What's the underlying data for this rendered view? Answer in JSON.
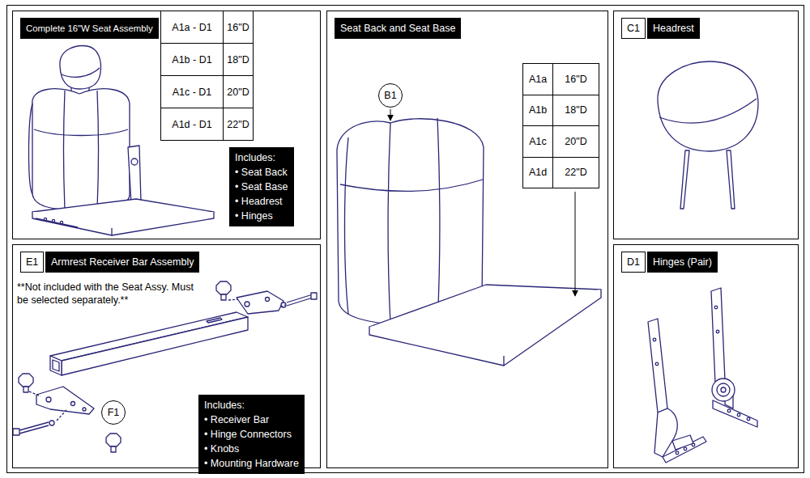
{
  "diagram": {
    "nodes": [
      {
        "text": [
          "Complete 16\"W Seat Assembly"
        ]
      },
      {
        "text": [
          "Includes:",
          "• Seat Back",
          "• Seat Base",
          "• Headrest",
          "• Hinges"
        ],
        "in": 0
      },
      {
        "text": [
          "Seat Back and Seat Base"
        ]
      },
      {
        "text": [
          "B1"
        ],
        "in": 2
      },
      {
        "text": [
          "C1",
          "Headrest"
        ]
      },
      {
        "text": [
          "E1",
          "Armrest Receiver Bar Assembly",
          "**Not included with the Seat Assy. Must be selected separately.**"
        ]
      },
      {
        "text": [
          "F1"
        ],
        "in": 5
      },
      {
        "text": [
          "Includes:",
          "• Receiver Bar",
          "• Hinge Connectors",
          "• Knobs",
          "• Mounting Hardware"
        ],
        "in": 5
      },
      {
        "text": [
          "D1",
          "Hinges (Pair)"
        ]
      }
    ],
    "labels": [
      "A1a - D1",
      "16\"D",
      "A1b - D1",
      "18\"D",
      "A1c - D1",
      "20\"D",
      "A1d - D1",
      "22\"D",
      "A1a",
      "16\"D",
      "A1b",
      "18\"D",
      "A1c",
      "20\"D",
      "A1d",
      "22\"D"
    ]
  }
}
